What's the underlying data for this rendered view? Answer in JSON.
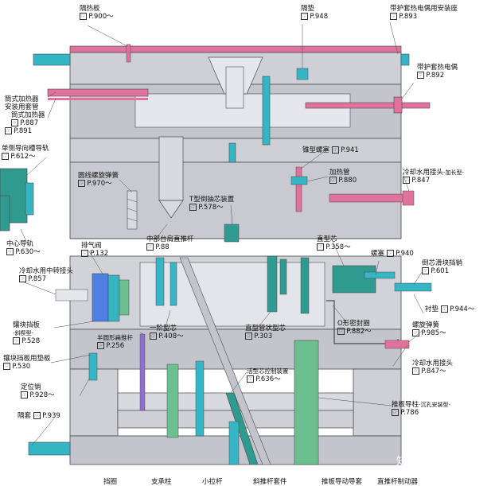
{
  "labels": [
    {
      "id": "heat-insulation-plate",
      "name": "隔热板",
      "ref": "P.900～"
    },
    {
      "id": "heat-insulation-pad",
      "name": "隔垫",
      "ref": "P.948"
    },
    {
      "id": "sheathed-thermocouple-seat",
      "name": "带护套热电偶用安装座",
      "ref": "P.893"
    },
    {
      "id": "sheathed-thermocouple",
      "name": "带护套热电偶",
      "ref": "P.892"
    },
    {
      "id": "tube-heater-sleeve",
      "name": "筒式加热器\n安装用套管",
      "ref": "P.891"
    },
    {
      "id": "tube-heater",
      "name": "筒式加热器",
      "ref": "P.887"
    },
    {
      "id": "single-side-guide-rail",
      "name": "单侧导向槽导轨",
      "ref": "P.612～"
    },
    {
      "id": "tapered-plug",
      "name": "锥型螺塞",
      "ref": "P.941"
    },
    {
      "id": "heating-tube",
      "name": "加热管",
      "ref": "P.880"
    },
    {
      "id": "cooling-connector-long",
      "name": "冷却水用接头",
      "suffix": "-加长型-",
      "ref": "P.847"
    },
    {
      "id": "round-wire-spring",
      "name": "圆线螺旋弹簧",
      "ref": "P.970～"
    },
    {
      "id": "t-slider-core",
      "name": "T型倒抽芯装置",
      "ref": "P.578～"
    },
    {
      "id": "center-guide-rail",
      "name": "中心导轨",
      "ref": "P.630～"
    },
    {
      "id": "shoulder-ejector-pin",
      "name": "中部台肩直推杆",
      "ref": "P.88"
    },
    {
      "id": "vent-valve",
      "name": "排气阀",
      "ref": "P.132"
    },
    {
      "id": "straight-core",
      "name": "直型芯",
      "ref": "P.358～"
    },
    {
      "id": "plug-screw",
      "name": "螺塞",
      "ref": "P.940"
    },
    {
      "id": "core-slider-pin",
      "name": "倒芯滑块挡销",
      "ref": "P.601"
    },
    {
      "id": "cooling-adapter",
      "name": "冷却水用中转接头",
      "ref": "P.857"
    },
    {
      "id": "bushing",
      "name": "衬垫",
      "ref": "P.944～"
    },
    {
      "id": "insert-stop-plate",
      "name": "镶块挡板",
      "suffix": "-斜楔型-",
      "ref": "P.528"
    },
    {
      "id": "half-round-ejector",
      "name": "半圆形扁推杆",
      "ref": "P.256"
    },
    {
      "id": "step-core",
      "name": "一阶型芯",
      "ref": "P.408～"
    },
    {
      "id": "straight-tube-core",
      "name": "直型管状型芯",
      "ref": "P.303"
    },
    {
      "id": "o-ring",
      "name": "O形密封圈",
      "ref": "P.882～"
    },
    {
      "id": "coil-spring",
      "name": "螺旋弹簧",
      "ref": "P.985～"
    },
    {
      "id": "insert-stop-pad",
      "name": "镶块挡板用垫板",
      "ref": "P.530"
    },
    {
      "id": "cooling-connector",
      "name": "冷却水用接头",
      "ref": "P.847～"
    },
    {
      "id": "locating-pin",
      "name": "定位销",
      "ref": "P.928～"
    },
    {
      "id": "lifter-control",
      "name": "活型芯控制装置",
      "ref": "P.636～"
    },
    {
      "id": "spacer",
      "name": "隔套",
      "ref": "P.939"
    },
    {
      "id": "ejector-guide-post",
      "name": "推板导柱",
      "suffix": "-沉孔安装型-",
      "ref": "P.786"
    },
    {
      "id": "stop-pin",
      "name": "挡圈",
      "ref": ""
    },
    {
      "id": "support-pillar",
      "name": "支承柱",
      "ref": ""
    },
    {
      "id": "small-pull-rod",
      "name": "小拉杆",
      "ref": ""
    },
    {
      "id": "lifter-sleeve",
      "name": "斜推杆套件",
      "ref": ""
    },
    {
      "id": "ejector-guide-bush",
      "name": "推板导动导套",
      "ref": ""
    },
    {
      "id": "cut-label",
      "name": "直推杆制动器",
      "ref": ""
    }
  ],
  "watermark": "知乎 @模具达人",
  "colors": {
    "plate": "#cfd0d6",
    "plate_dark": "#a9aab2",
    "outline": "#4a4a52",
    "cyan": "#36b6c4",
    "pink": "#e0739b",
    "blue": "#4f7fe0",
    "teal": "#2f9a8f",
    "green": "#6cc08f",
    "purple": "#8e6fd0"
  }
}
